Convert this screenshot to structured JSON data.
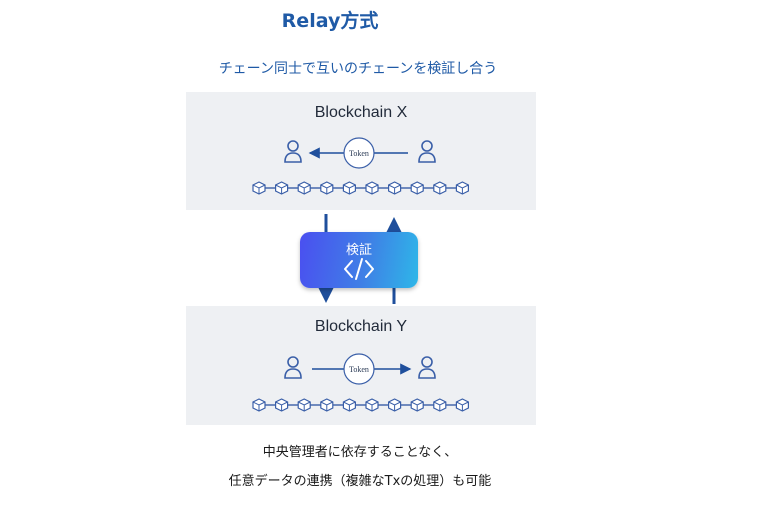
{
  "title": "Relay方式",
  "subtitle": "チェーン同士で互いのチェーンを検証し合う",
  "chain_x": {
    "label": "Blockchain X",
    "token": "Token",
    "direction": "right-to-left"
  },
  "chain_y": {
    "label": "Blockchain Y",
    "token": "Token",
    "direction": "left-to-right"
  },
  "verify": {
    "label": "検証",
    "icon": "code-icon"
  },
  "footer": {
    "line1": "中央管理者に依存することなく、",
    "line2": "任意データの連携（複雑なTxの処理）も可能"
  },
  "colors": {
    "title": "#1f5aa6",
    "panel": "#eef0f3",
    "arrow": "#1f4f9c",
    "icon": "#3a5fa8",
    "verify_gradient": [
      "#4a4ff0",
      "#2eb7e8"
    ]
  },
  "block_count": 10
}
